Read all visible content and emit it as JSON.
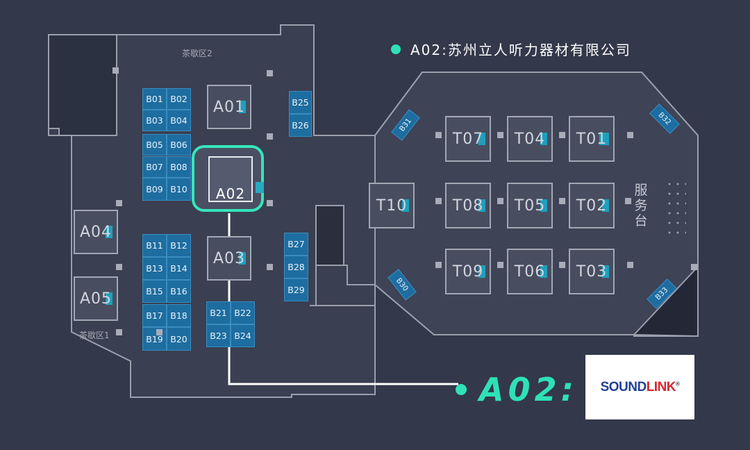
{
  "header": {
    "title": "A02:苏州立人听力器材有限公司"
  },
  "highlight": {
    "booth": "A02"
  },
  "callout": {
    "label": "A02:",
    "logo": {
      "main": "SOUND",
      "accent": "LINK",
      "reg": "®"
    }
  },
  "zones": {
    "tea_area_1": "茶歇区1",
    "tea_area_2": "茶歇区2",
    "service_desk": "服务台"
  },
  "booths_a": [
    "A01",
    "A03",
    "A04",
    "A05"
  ],
  "booths_t": [
    "T01",
    "T02",
    "T03",
    "T04",
    "T05",
    "T06",
    "T07",
    "T08",
    "T09",
    "T10"
  ],
  "booths_b": [
    "B01",
    "B02",
    "B03",
    "B04",
    "B05",
    "B06",
    "B07",
    "B08",
    "B09",
    "B10",
    "B11",
    "B12",
    "B13",
    "B14",
    "B15",
    "B16",
    "B17",
    "B18",
    "B19",
    "B20",
    "B21",
    "B22",
    "B23",
    "B24",
    "B25",
    "B26",
    "B27",
    "B28",
    "B29",
    "B30",
    "B31",
    "B32",
    "B33"
  ],
  "colors": {
    "accent": "#2fe1b6",
    "booth_blue": "#1e6da0",
    "background": "#33384a"
  }
}
